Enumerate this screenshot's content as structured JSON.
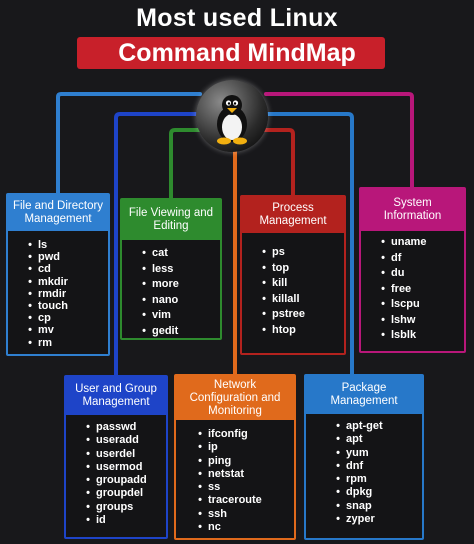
{
  "title_line1": "Most used Linux",
  "title_line2": "Command MindMap",
  "colors": {
    "background": "#18181b",
    "title_banner": "#c8202a",
    "file_dir": "#2f7fd0",
    "file_view": "#2e8b2e",
    "process": "#b3221e",
    "system": "#b8177a",
    "user_group": "#1e44c8",
    "network": "#e06a1c",
    "package": "#2778c9"
  },
  "categories": [
    {
      "id": "file_dir",
      "title": "File and Directory Management",
      "items": [
        "ls",
        "pwd",
        "cd",
        "mkdir",
        "rmdir",
        "touch",
        "cp",
        "mv",
        "rm"
      ]
    },
    {
      "id": "file_view",
      "title": "File Viewing and Editing",
      "items": [
        "cat",
        "less",
        "more",
        "nano",
        "vim",
        "gedit"
      ]
    },
    {
      "id": "process",
      "title": "Process Management",
      "items": [
        "ps",
        "top",
        "kill",
        "killall",
        "pstree",
        "htop"
      ]
    },
    {
      "id": "system",
      "title": "System Information",
      "items": [
        "uname",
        "df",
        "du",
        "free",
        "lscpu",
        "lshw",
        "lsblk"
      ]
    },
    {
      "id": "user_group",
      "title": "User and Group Management",
      "items": [
        "passwd",
        "useradd",
        "userdel",
        "usermod",
        "groupadd",
        "groupdel",
        "groups",
        "id"
      ]
    },
    {
      "id": "network",
      "title": "Network Configuration and Monitoring",
      "items": [
        "ifconfig",
        "ip",
        "ping",
        "netstat",
        "ss",
        "traceroute",
        "ssh",
        "nc"
      ]
    },
    {
      "id": "package",
      "title": "Package Management",
      "items": [
        "apt-get",
        "apt",
        "yum",
        "dnf",
        "rpm",
        "dpkg",
        "snap",
        "zyper"
      ]
    }
  ]
}
